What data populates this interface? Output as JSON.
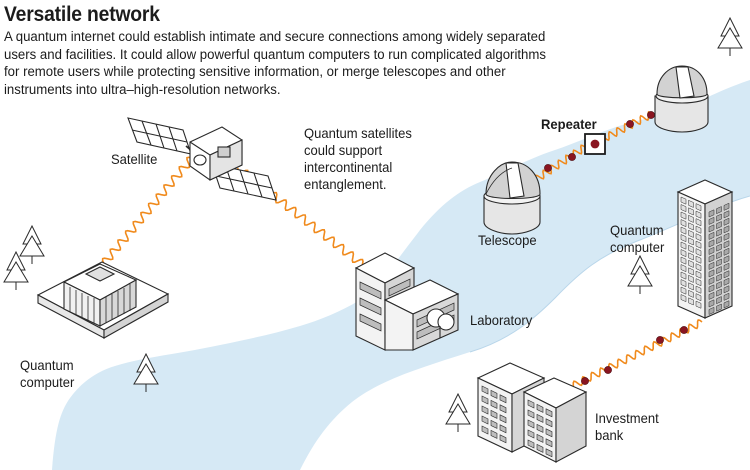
{
  "header": {
    "title": "Versatile network",
    "description": "A quantum internet could establish intimate and secure connections among widely separated users and facilities. It could allow powerful quantum computers to run complicated algorithms for remote users while protecting sensitive information, or merge telescopes and other instruments into ultra–high-resolution networks."
  },
  "labels": {
    "satellite": "Satellite",
    "satellite_note": [
      "Quantum satellites",
      "could support",
      "intercontinental",
      "entanglement."
    ],
    "quantum_computer_left": [
      "Quantum",
      "computer"
    ],
    "laboratory": "Laboratory",
    "repeater": "Repeater",
    "telescope": "Telescope",
    "quantum_computer_right": [
      "Quantum",
      "computer"
    ],
    "investment_bank": [
      "Investment",
      "bank"
    ]
  },
  "colors": {
    "river": "#d6e9f5",
    "link": "#f08a1c",
    "repeater_node": "#8a1520",
    "outline": "#2a2a2a"
  }
}
